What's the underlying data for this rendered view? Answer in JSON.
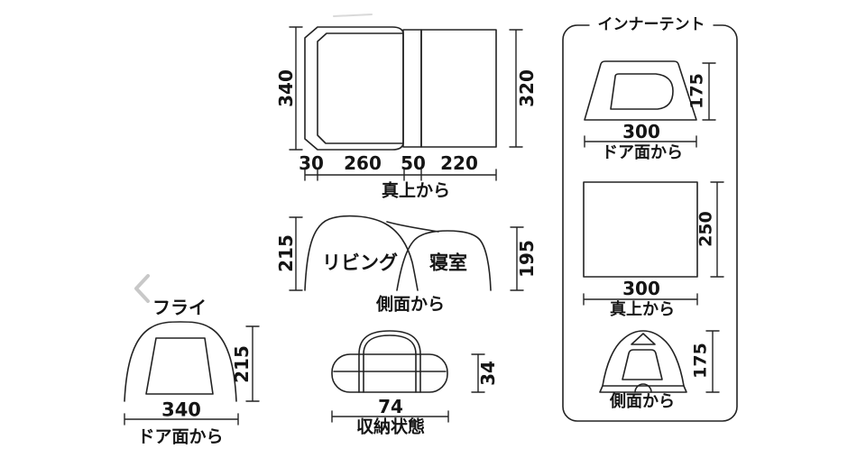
{
  "colors": {
    "line": "#232323",
    "chevron": "#c8c8c8",
    "faint_edge": "#d9d9d9"
  },
  "carousel": {
    "prev_icon": "chevron-left"
  },
  "top_view": {
    "caption": "真上から",
    "dim_left": "340",
    "dim_right": "320",
    "seg_1": "30",
    "seg_2": "260",
    "seg_3": "50",
    "seg_4": "220"
  },
  "side_view": {
    "caption": "側面から",
    "dim_left": "215",
    "dim_right": "195",
    "room_left": "リビング",
    "room_right": "寝室"
  },
  "fly": {
    "label": "フライ",
    "caption": "ドア面から",
    "dim_width": "340",
    "dim_height": "215"
  },
  "storage": {
    "caption": "収納状態",
    "dim_width": "74",
    "dim_height": "34"
  },
  "inner_tent": {
    "title": "インナーテント",
    "door_view": {
      "caption": "ドア面から",
      "dim_width": "300",
      "dim_height": "175"
    },
    "top_view": {
      "caption": "真上から",
      "dim_width": "300",
      "dim_height": "250"
    },
    "side_view": {
      "caption": "側面から",
      "dim_height": "175"
    }
  }
}
